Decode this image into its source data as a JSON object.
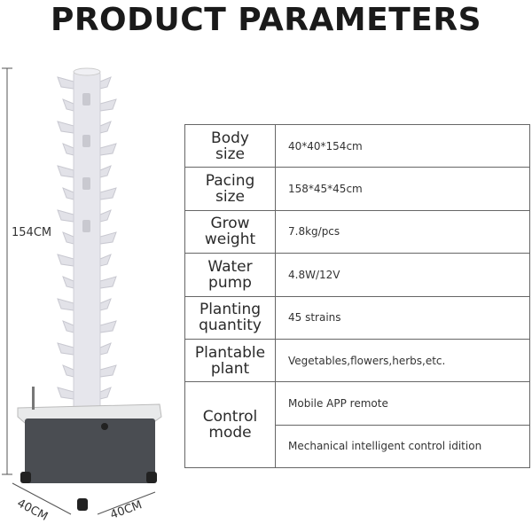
{
  "title": "PRODUCT PARAMETERS",
  "dimensions": {
    "height": "154CM",
    "depth": "40CM",
    "width": "40CM"
  },
  "params": [
    {
      "label": "Body size",
      "value": "40*40*154cm"
    },
    {
      "label": "Pacing size",
      "value": "158*45*45cm"
    },
    {
      "label": "Grow weight",
      "value": "7.8kg/pcs"
    },
    {
      "label": "Water pump",
      "value": "4.8W/12V"
    },
    {
      "label": "Planting quantity",
      "value": "45 strains"
    },
    {
      "label": "Plantable plant",
      "value": "Vegetables,flowers,herbs,etc."
    }
  ],
  "control": {
    "label": "Control mode",
    "values": [
      "Mobile APP remote",
      "Mechanical intelligent control idition"
    ]
  },
  "colors": {
    "tower": "#e4e4ea",
    "bin": "#4a4d52",
    "lid": "#e8e9ea"
  }
}
